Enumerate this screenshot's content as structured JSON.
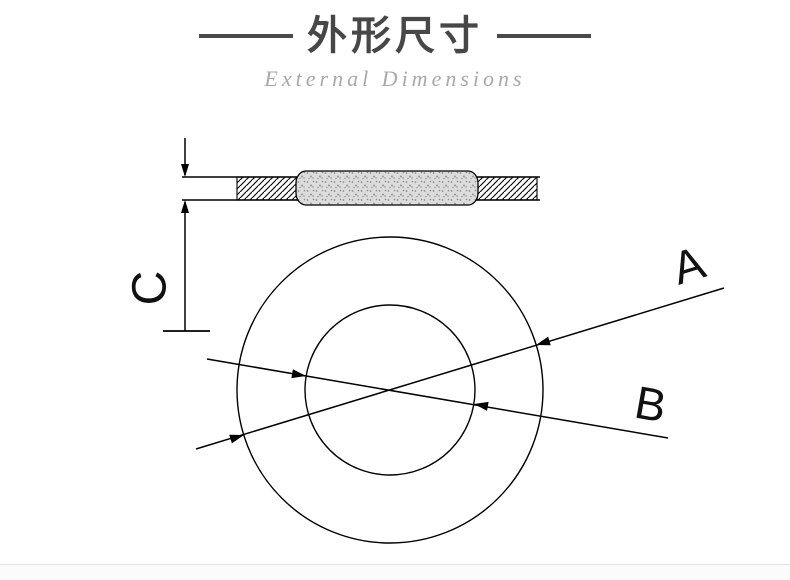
{
  "header": {
    "title": "外形尺寸",
    "subtitle": "External Dimensions"
  },
  "diagram": {
    "outer_diameter_label": "A",
    "inner_diameter_label": "B",
    "thickness_label": "C"
  },
  "colors": {
    "title_text": "#474747",
    "subtitle_text": "#a9a9a9",
    "line": "#000000",
    "stipple_fill": "#dcdcdc",
    "stipple_dot": "#8f8f8f",
    "divider": "#e2e2e2"
  }
}
